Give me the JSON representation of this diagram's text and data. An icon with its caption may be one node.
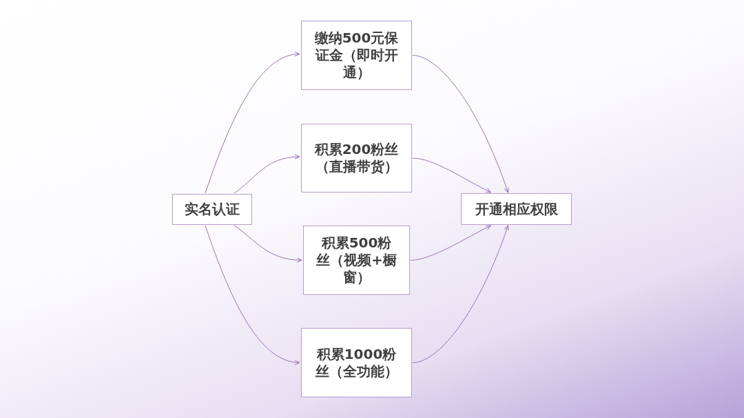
{
  "diagram": {
    "nodes": [
      {
        "text": [
          "实名认证"
        ]
      },
      {
        "text": [
          "缴纳500元保证金（即时开通）"
        ]
      },
      {
        "text": [
          "积累200粉丝（直播带货）"
        ]
      },
      {
        "text": [
          "积累500粉丝（视频+橱窗）"
        ]
      },
      {
        "text": [
          "积累1000粉丝（全功能）"
        ]
      },
      {
        "text": [
          "开通相应权限"
        ]
      }
    ],
    "edges": [
      {
        "from": 0,
        "to": 1,
        "arrow": "to"
      },
      {
        "from": 0,
        "to": 2,
        "arrow": "to"
      },
      {
        "from": 0,
        "to": 3,
        "arrow": "to"
      },
      {
        "from": 0,
        "to": 4,
        "arrow": "to"
      },
      {
        "from": 1,
        "to": 5,
        "arrow": "to"
      },
      {
        "from": 2,
        "to": 5,
        "arrow": "to"
      },
      {
        "from": 3,
        "to": 5,
        "arrow": "to"
      },
      {
        "from": 4,
        "to": 5,
        "arrow": "to"
      }
    ]
  }
}
